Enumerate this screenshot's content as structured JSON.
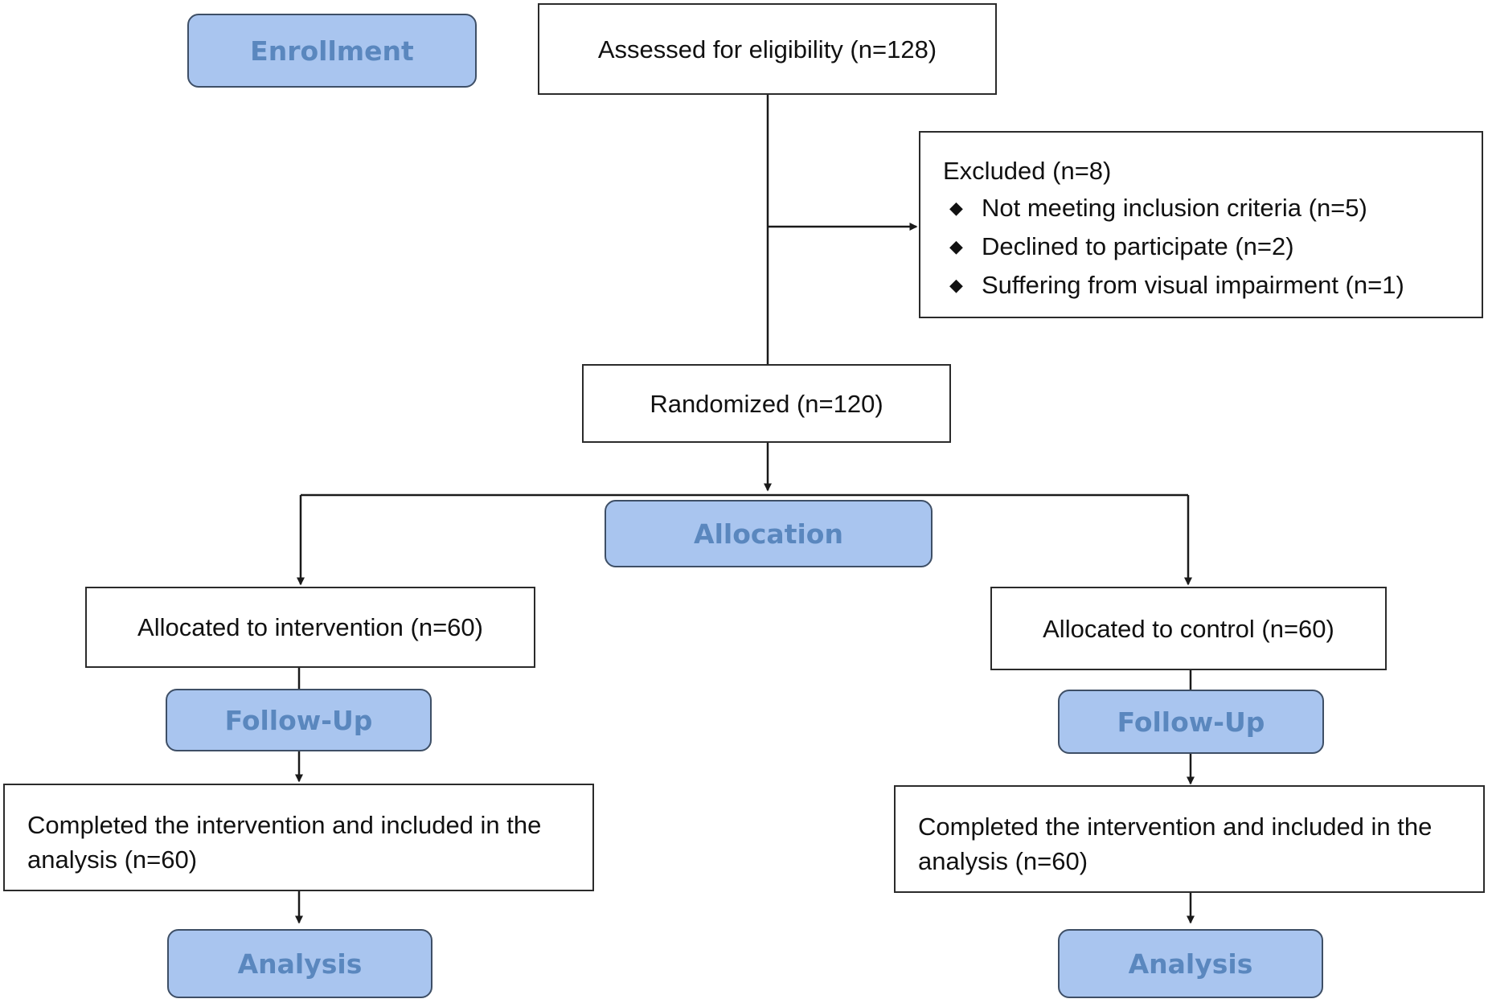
{
  "phases": {
    "enrollment": "Enrollment",
    "allocation": "Allocation",
    "followup_left": "Follow-Up",
    "followup_right": "Follow-Up",
    "analysis_left": "Analysis",
    "analysis_right": "Analysis"
  },
  "boxes": {
    "assessed": "Assessed for eligibility (n=128)",
    "excluded_title": "Excluded (n=8)",
    "excluded_items": [
      "Not meeting inclusion criteria (n=5)",
      "Declined to participate (n=2)",
      "Suffering from visual impairment (n=1)"
    ],
    "randomized": "Randomized (n=120)",
    "allocated_intervention": "Allocated to intervention (n=60)",
    "allocated_control": "Allocated to control (n=60)",
    "completed_left_line1": "Completed the intervention and included in the",
    "completed_left_line2": "analysis (n=60)",
    "completed_right_line1": "Completed the intervention and included in the",
    "completed_right_line2": "analysis (n=60)"
  },
  "colors": {
    "phase_fill": "#a9c5ef",
    "phase_text": "#5a87be",
    "line": "#1a1a1a"
  }
}
